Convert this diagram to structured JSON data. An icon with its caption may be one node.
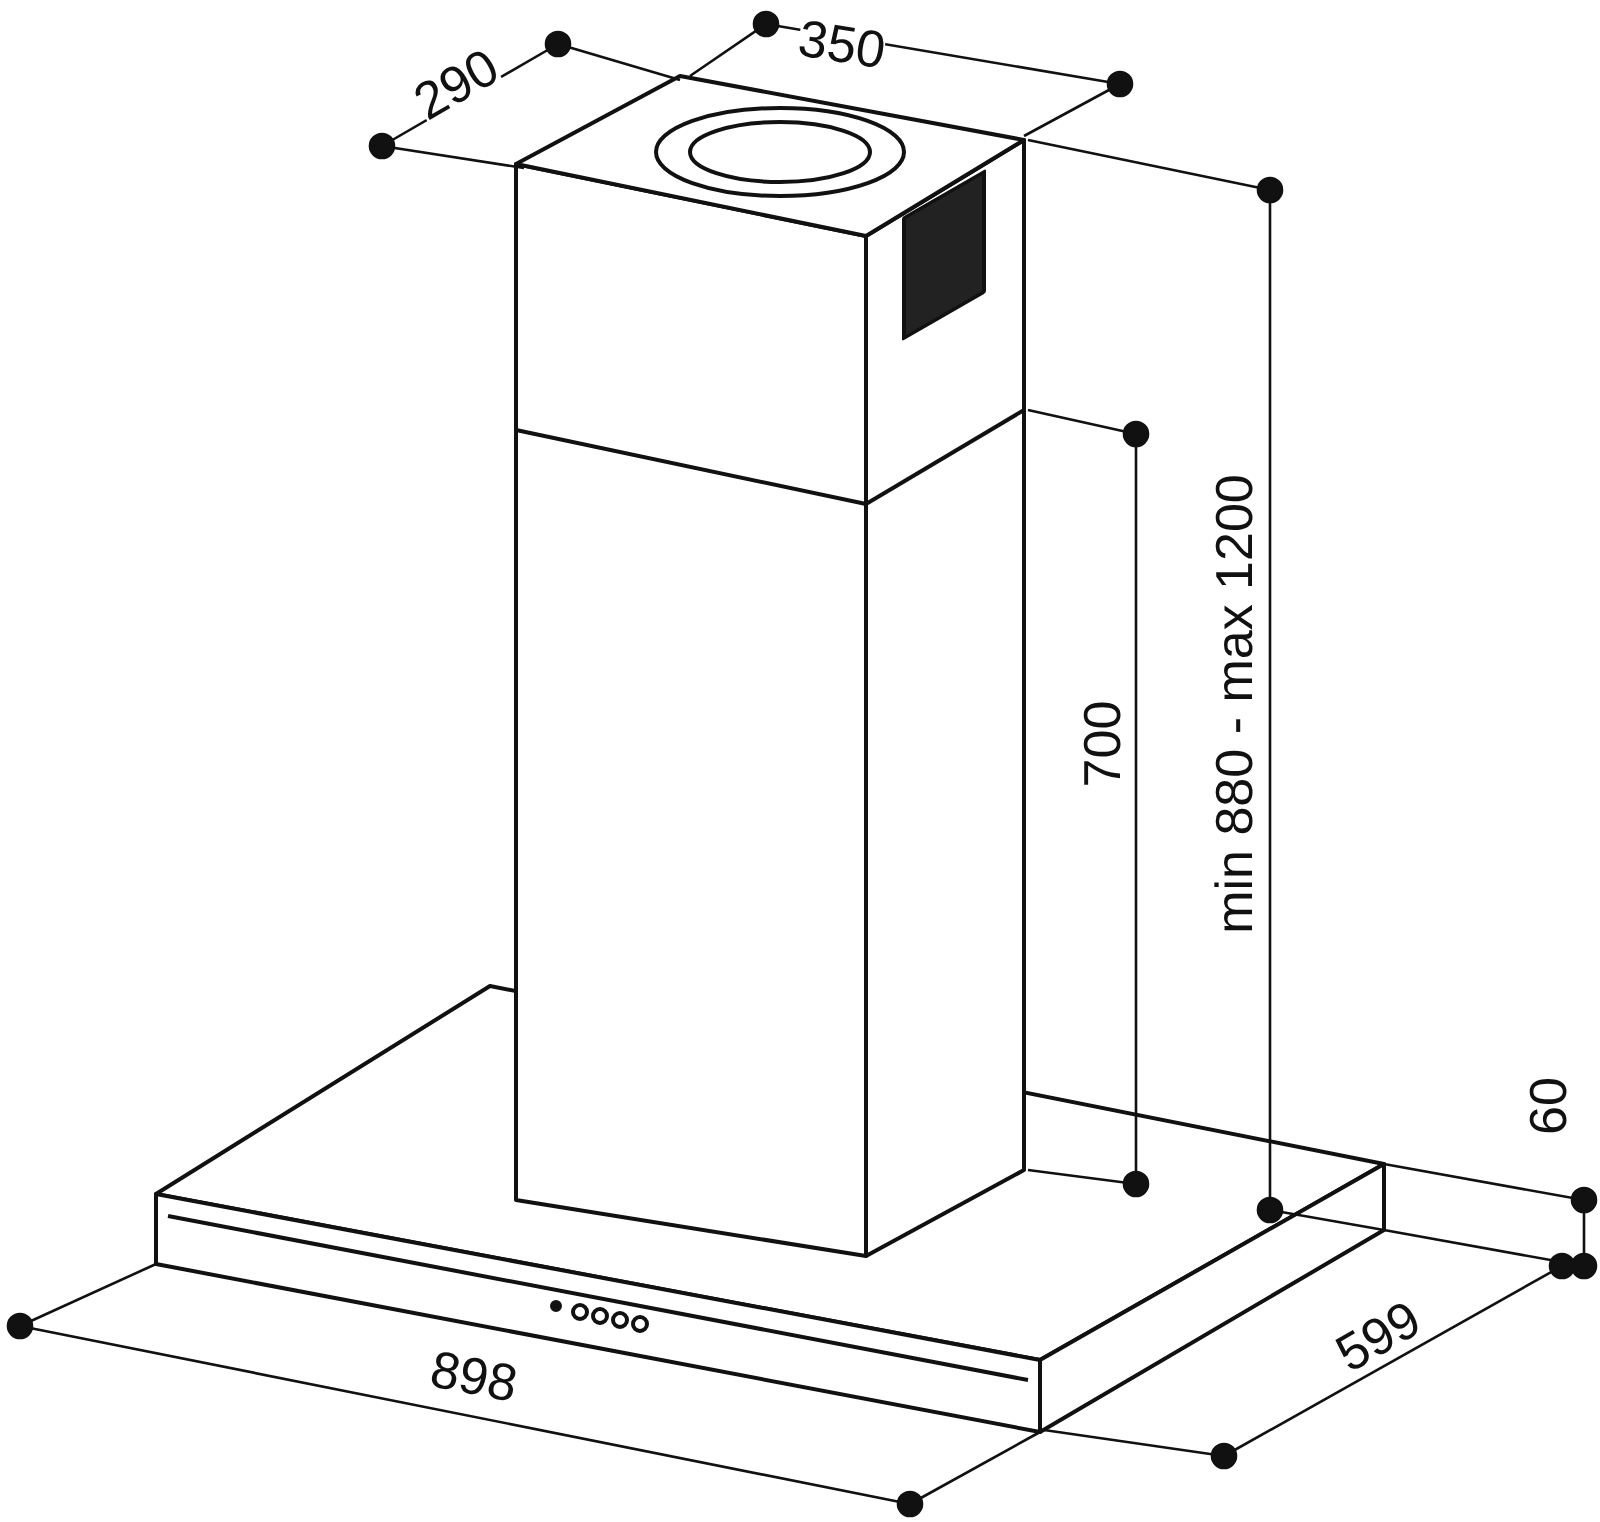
{
  "diagram": {
    "labels": [
      "290",
      "350",
      "700",
      "min 880 - max 1200",
      "60",
      "599",
      "898"
    ]
  }
}
